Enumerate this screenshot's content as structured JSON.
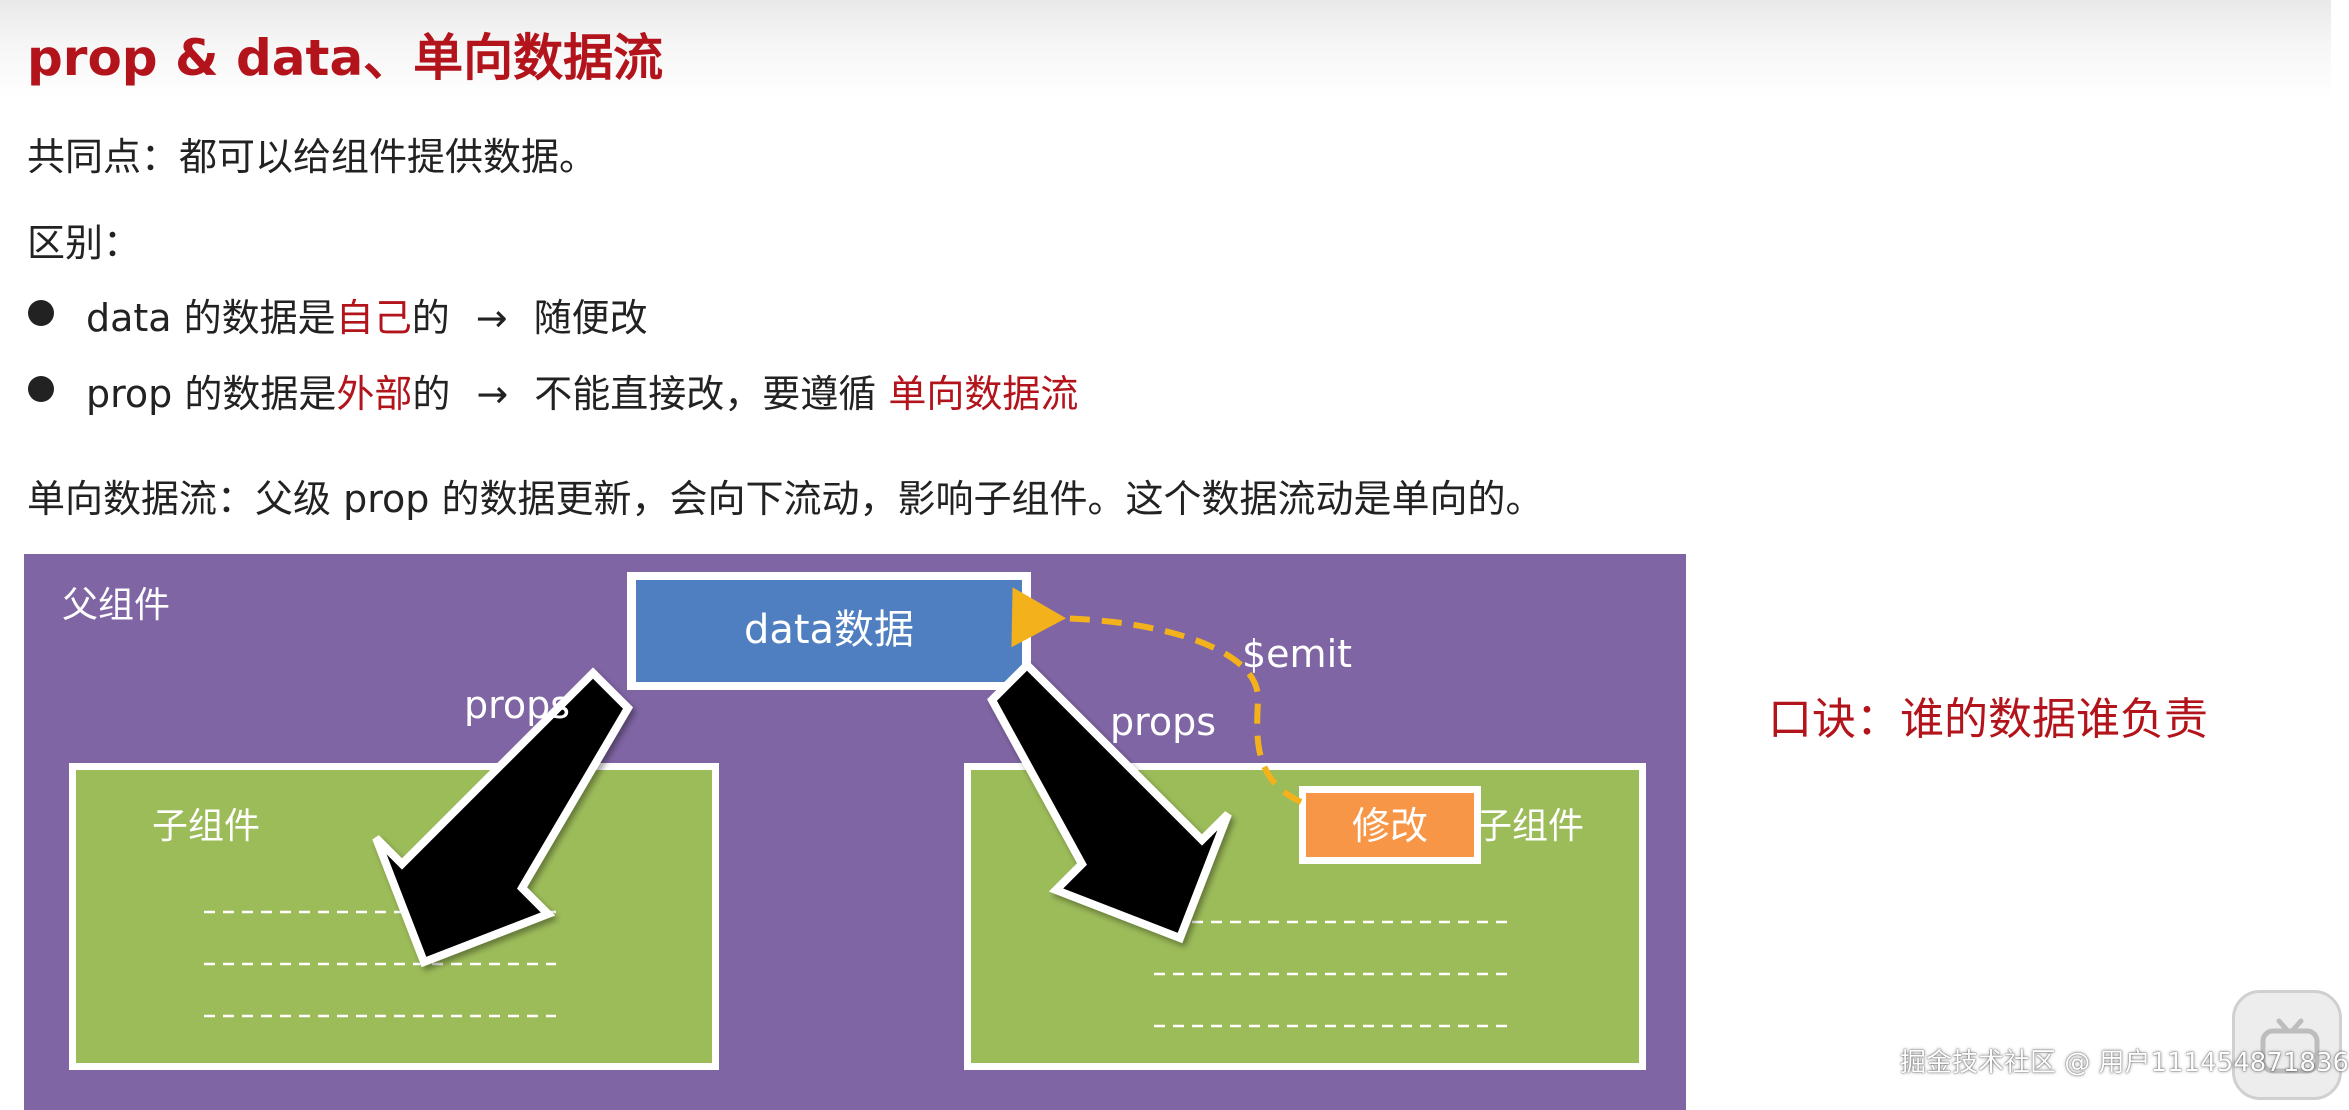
{
  "title": "prop & data、单向数据流",
  "common": "共同点：都可以给组件提供数据。",
  "diff_label": "区别：",
  "bullets": [
    {
      "pre": "data 的数据是",
      "hl": "自己",
      "post": "的",
      "arrow": "→",
      "tail": "随便改",
      "tail_hl": ""
    },
    {
      "pre": "prop 的数据是",
      "hl": "外部",
      "post": "的",
      "arrow": "→",
      "tail": "不能直接改，要遵循 ",
      "tail_hl": "单向数据流"
    }
  ],
  "one_way": "单向数据流：父级 prop 的数据更新，会向下流动，影响子组件。这个数据流动是单向的。",
  "diagram": {
    "parent_label": "父组件",
    "data_box": "data数据",
    "props_left": "props",
    "props_right": "props",
    "emit_label": "$emit",
    "child_left": "子组件",
    "child_right": "子组件",
    "modify_button": "修改",
    "colors": {
      "parent_bg": "#7f65a3",
      "data_box": "#4f7fc0",
      "child_bg": "#9cbb59",
      "modify": "#f79646",
      "emit_arrow": "#f3b21c"
    }
  },
  "slogan": "口诀：谁的数据谁负责",
  "watermark": "掘金技术社区 @ 用户111454871836",
  "icons": {
    "corner": "tv-icon"
  }
}
